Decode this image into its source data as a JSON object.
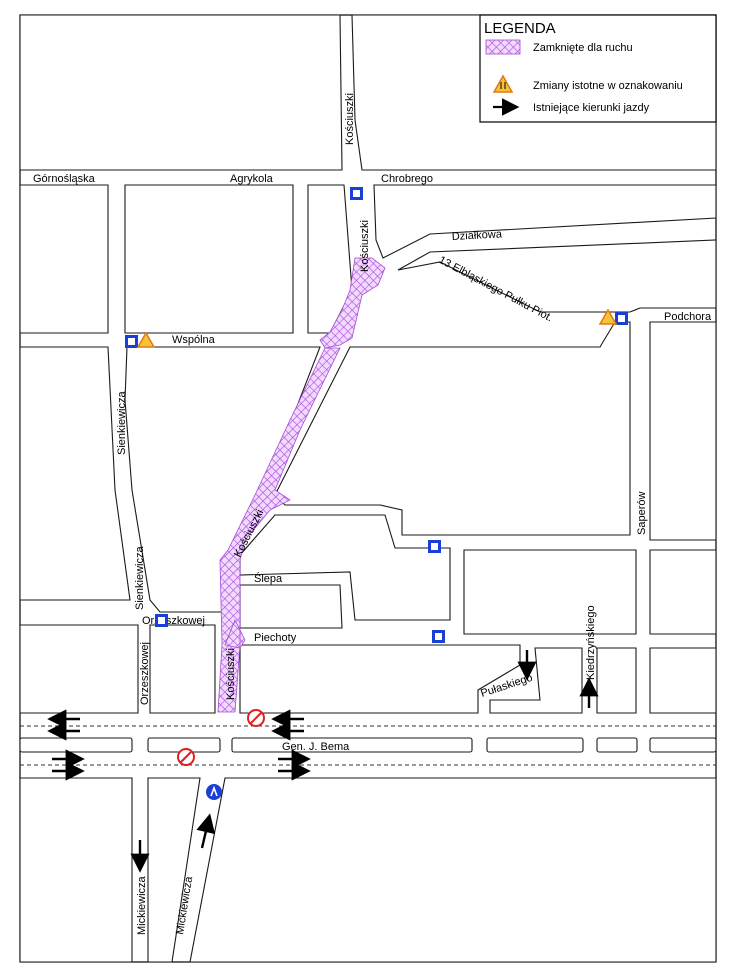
{
  "legend": {
    "title": "LEGENDA",
    "items": [
      {
        "icon": "hatched-closure",
        "label": "Zamknięte dla ruchu"
      },
      {
        "icon": "warning-sign",
        "label": "Zmiany istotne w oznakowaniu"
      },
      {
        "icon": "arrow-right",
        "label": "Istniejące kierunki jazdy"
      }
    ]
  },
  "streets": {
    "gornoslaska": "Górnośląska",
    "agrykola": "Agrykola",
    "chrobrego": "Chrobrego",
    "kosciuszki": "Kościuszki",
    "dzialkowa": "Działkowa",
    "pulku": "13 Elbląskiego Pułku Piot.",
    "podchora": "Podchora",
    "wspolna": "Wspólna",
    "sienkiewicza": "Sienkiewicza",
    "saperow": "Saperów",
    "slepa": "Ślepa",
    "orzeszkowej_h": "Orzeszkowej",
    "orzeszkowej_v": "Orzeszkowej",
    "piechoty": "Piechoty",
    "pulaskiego": "Pułaskiego",
    "kiedrzynskiego": "Kiedrzyńskiego",
    "bema": "Gen. J. Bema",
    "mickiewicza": "Mickiewicza"
  },
  "colors": {
    "closure": "#a64ad6",
    "closure_bg": "#f2d9ff",
    "sign_blue": "#1a3fd6",
    "sign_red": "#e02020",
    "warning_fill": "#f6c23a",
    "warning_stroke": "#e07a10"
  }
}
